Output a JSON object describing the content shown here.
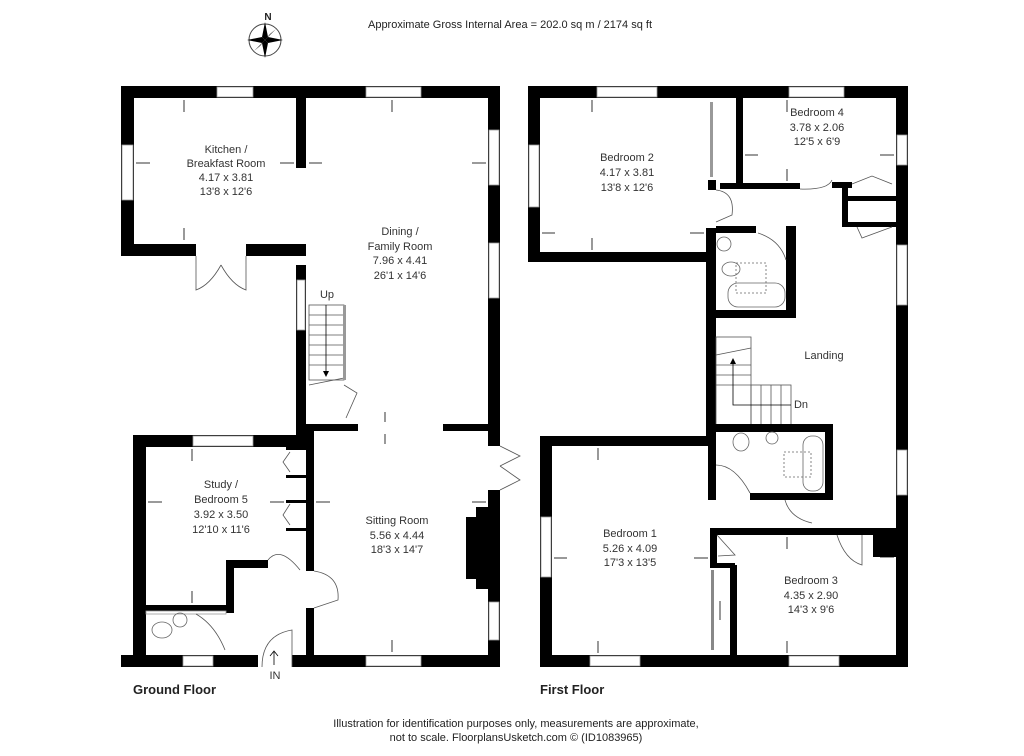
{
  "header": {
    "area_text": "Approximate Gross Internal Area = 202.0 sq m / 2174 sq ft",
    "compass_label": "N"
  },
  "ground_floor": {
    "label": "Ground Floor",
    "rooms": [
      {
        "name_line1": "Kitchen /",
        "name_line2": "Breakfast Room",
        "metric": "4.17 x 3.81",
        "imperial": "13'8 x 12'6"
      },
      {
        "name_line1": "Dining /",
        "name_line2": "Family Room",
        "metric": "7.96 x 4.41",
        "imperial": "26'1 x 14'6"
      },
      {
        "name_line1": "Study /",
        "name_line2": "Bedroom 5",
        "metric": "3.92 x 3.50",
        "imperial": "12'10 x 11'6"
      },
      {
        "name_line1": "Sitting Room",
        "metric": "5.56 x 4.44",
        "imperial": "18'3 x 14'7"
      }
    ],
    "stairs_label": "Up",
    "entrance_label": "IN"
  },
  "first_floor": {
    "label": "First Floor",
    "rooms": [
      {
        "name_line1": "Bedroom 2",
        "metric": "4.17 x 3.81",
        "imperial": "13'8 x 12'6"
      },
      {
        "name_line1": "Bedroom 4",
        "metric": "3.78 x 2.06",
        "imperial": "12'5 x 6'9"
      },
      {
        "name_line1": "Landing"
      },
      {
        "name_line1": "Bedroom 1",
        "metric": "5.26 x 4.09",
        "imperial": "17'3 x 13'5"
      },
      {
        "name_line1": "Bedroom 3",
        "metric": "4.35 x 2.90",
        "imperial": "14'3 x 9'6"
      }
    ],
    "stairs_label": "Dn"
  },
  "footer": {
    "line1": "Illustration for identification purposes only, measurements are approximate,",
    "line2": "not to scale. FloorplansUsketch.com © (ID1083965)"
  }
}
